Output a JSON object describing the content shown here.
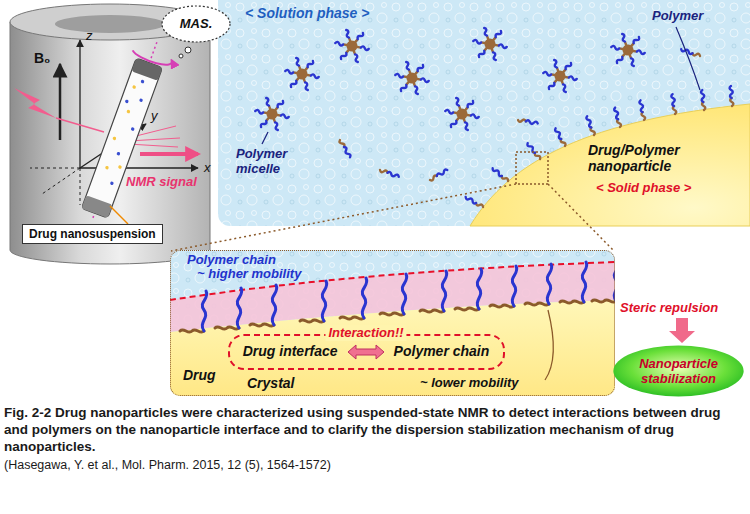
{
  "diagram": {
    "caption": "Fig. 2-2 Drug nanoparticles were characterized using suspended-state NMR to detect interactions between drug and polymers on the nanoparticle interface and to clarify the dispersion stabilization mechanism of drug nanoparticles.",
    "nodes": [
      {
        "text": [
          "Drug nanosuspension"
        ]
      },
      {
        "text": [
          "MAS."
        ]
      },
      {
        "text": [
          "< Solution phase >"
        ]
      },
      {
        "text": [
          "Drug/Polymer nanoparticle",
          "< Solid phase >"
        ],
        "in": 2
      },
      {
        "text": [
          "Polymer chain",
          "~ higher mobility",
          "Drug",
          "Crystal"
        ]
      },
      {
        "text": [
          "Interaction!!",
          "Drug interface",
          "Polymer chain"
        ],
        "in": 4
      },
      {
        "text": [
          "Nanoparticle stabilization"
        ]
      }
    ],
    "labels": [
      "B₀",
      "z",
      "y",
      "x",
      "NMR signal",
      "Polymer",
      "Polymer micelle",
      "~ lower mobility",
      "Steric repulsion",
      "(Hasegawa, Y. et al., Mol. Pharm. 2015, 12 (5), 1564-1572)"
    ]
  }
}
